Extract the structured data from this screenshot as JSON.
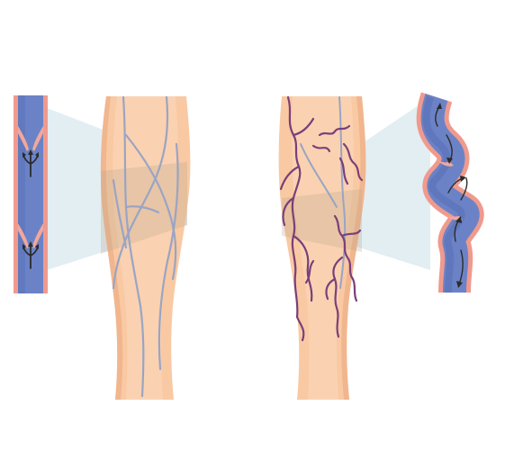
{
  "illustration": {
    "panels": [
      {
        "id": "healthy",
        "leg": "healthy-leg",
        "callout": "healthy-vein-closeup"
      },
      {
        "id": "varicose",
        "leg": "varicose-leg",
        "callout": "varicose-vein-closeup"
      }
    ],
    "colors": {
      "background": "#ffffff",
      "skin": "#f9c9a3",
      "skin_light": "#fbd9bd",
      "skin_shadow": "#eeae84",
      "vein_blue": "#6b83c6",
      "vein_blue_dark": "#4f66b0",
      "vein_gray": "#9aa4c4",
      "vein_purple": "#7a3f7a",
      "vessel_wall": "#f09a8e",
      "valve": "#f3a79c",
      "zoom_cone": "#cfe3ea",
      "arrow": "#2b2b2b"
    },
    "icons": [
      "valve-arrow-icon",
      "flow-arrow-icon"
    ]
  }
}
